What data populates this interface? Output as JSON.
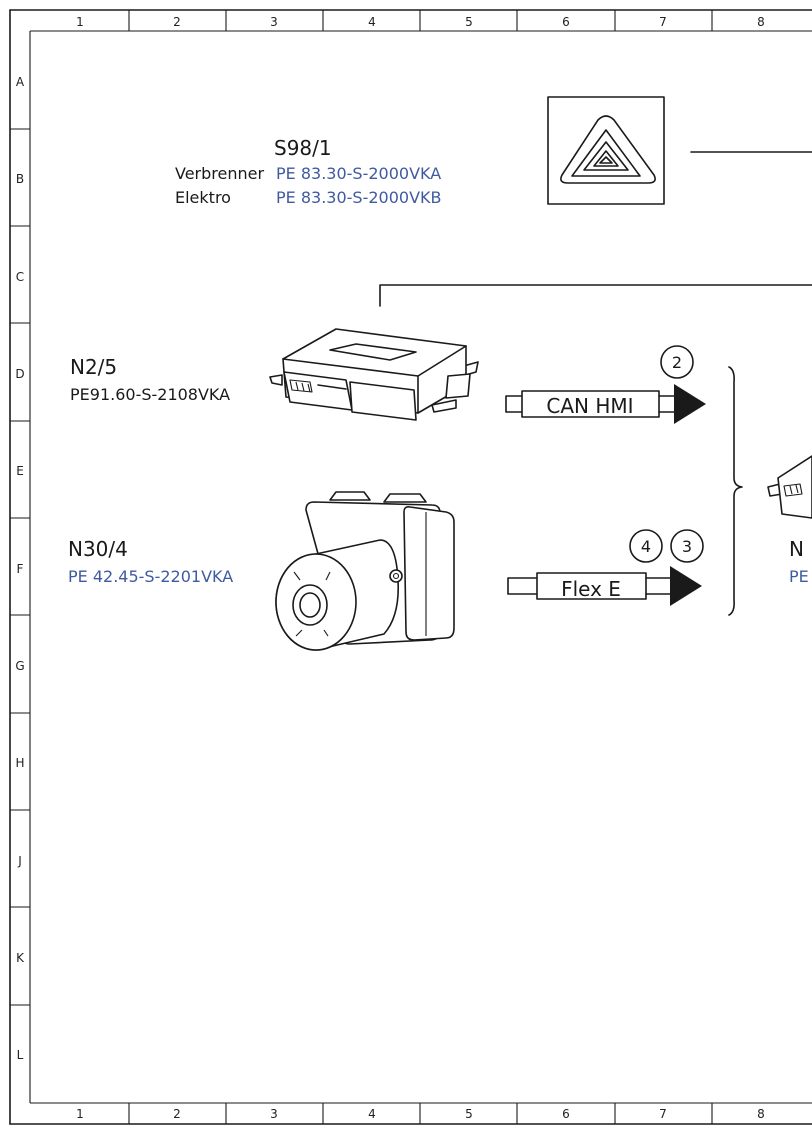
{
  "grid": {
    "columns": [
      "1",
      "2",
      "3",
      "4",
      "5",
      "6",
      "7",
      "8"
    ],
    "rows": [
      "A",
      "B",
      "C",
      "D",
      "E",
      "F",
      "G",
      "H",
      "J",
      "K",
      "L"
    ]
  },
  "components": {
    "s98_1": {
      "code": "S98/1",
      "variants": [
        {
          "label": "Verbrenner",
          "part": "PE 83.30-S-2000VKA"
        },
        {
          "label": "Elektro",
          "part": "PE 83.30-S-2000VKB"
        }
      ],
      "icon": "hazard-warning-icon"
    },
    "n2_5": {
      "code": "N2/5",
      "part": "PE91.60-S-2108VKA",
      "icon": "control-unit-icon"
    },
    "n30_4": {
      "code": "N30/4",
      "part": "PE 42.45-S-2201VKA",
      "icon": "esp-unit-icon"
    },
    "partial": {
      "code": "N",
      "part": "PE"
    }
  },
  "connections": [
    {
      "label": "CAN HMI",
      "refs": [
        "2"
      ]
    },
    {
      "label": "Flex E",
      "refs": [
        "4",
        "3"
      ]
    }
  ],
  "colors": {
    "part_number": "#3f5aa0",
    "line": "#1a1a1a"
  }
}
